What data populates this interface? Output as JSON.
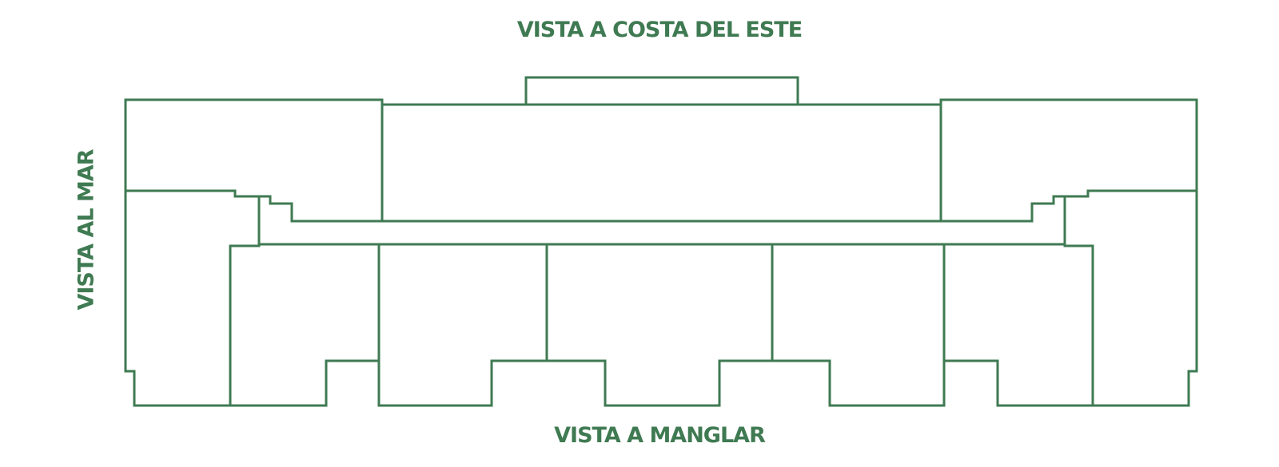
{
  "views": {
    "top": "VISTA A COSTA DEL ESTE",
    "bottom": "VISTA A MANGLAR",
    "left": "VISTA AL MAR"
  },
  "colors": {
    "line": "#3f7a52",
    "text": "#3f7a52",
    "background": "#ffffff"
  }
}
